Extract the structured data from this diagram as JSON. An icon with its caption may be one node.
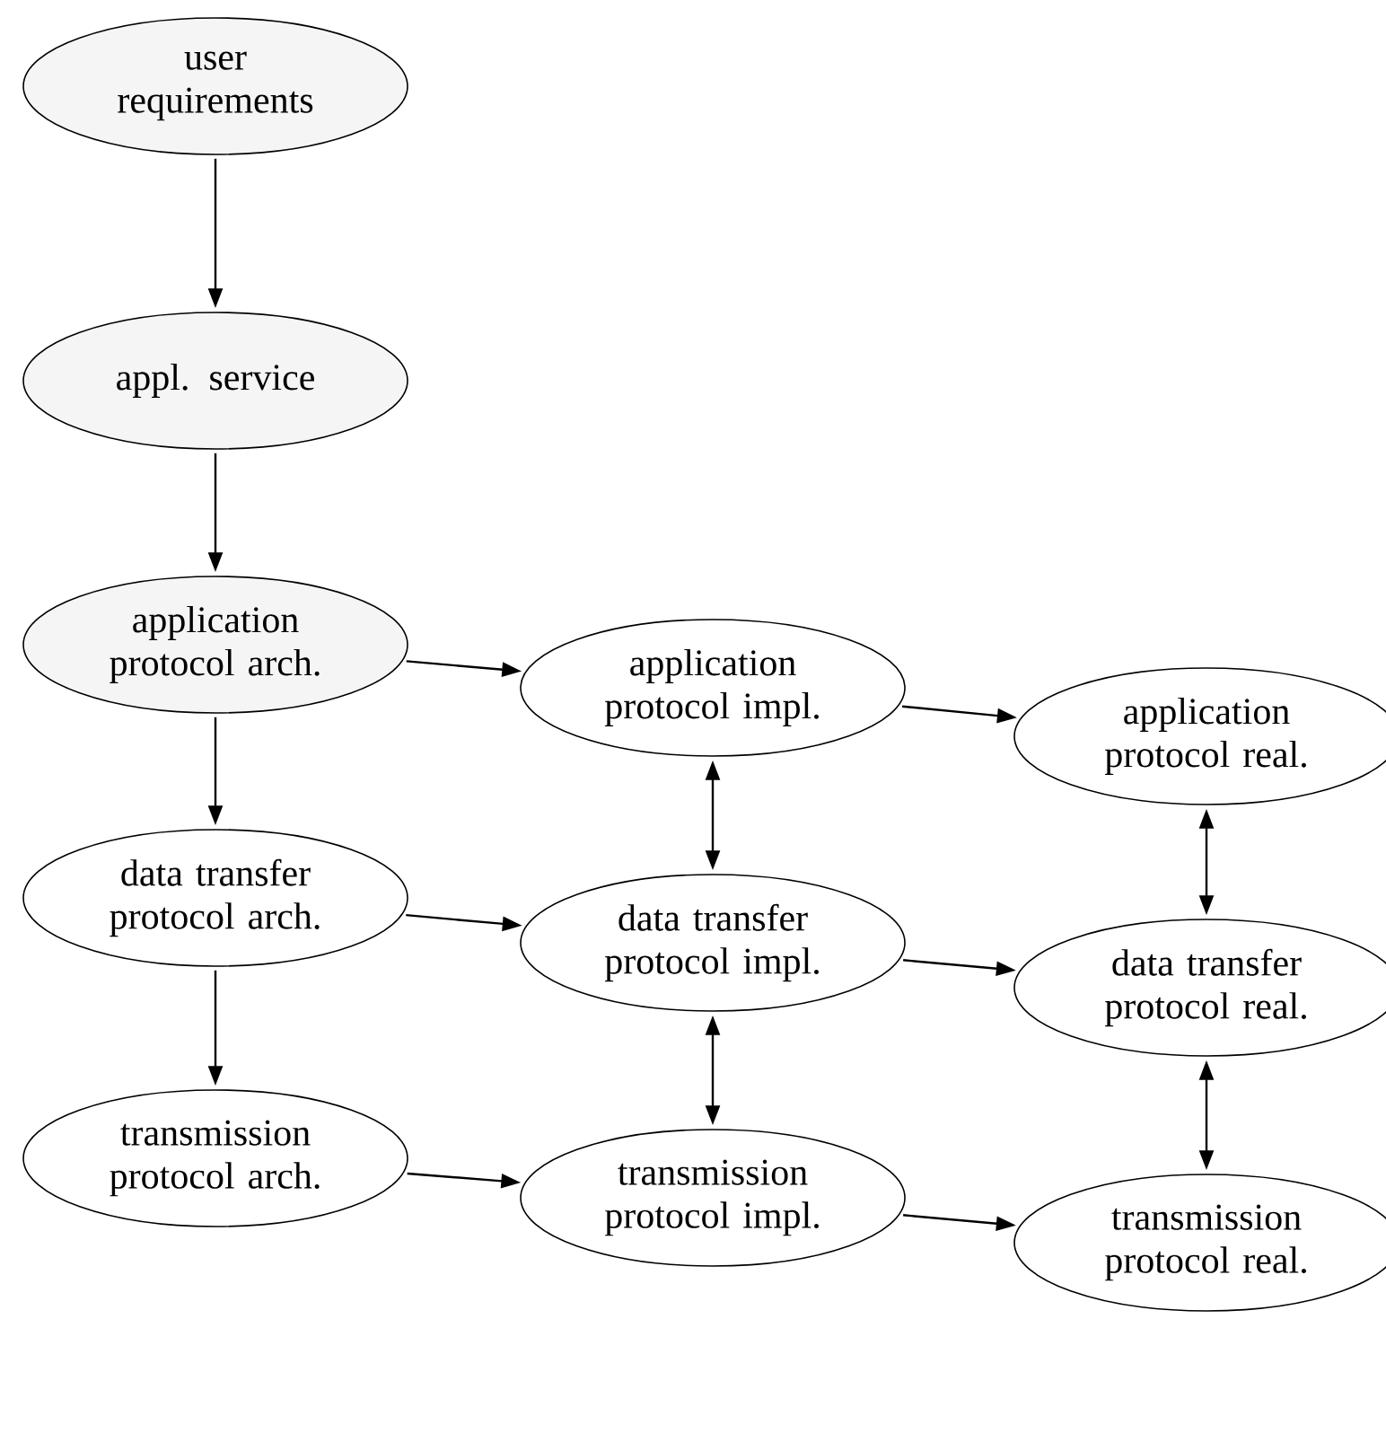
{
  "diagram": {
    "nodes": [
      {
        "text": [
          "user requirements"
        ]
      },
      {
        "text": [
          "appl. service"
        ]
      },
      {
        "text": [
          "application protocol arch."
        ]
      },
      {
        "text": [
          "data transfer protocol arch."
        ]
      },
      {
        "text": [
          "transmission protocol arch."
        ]
      },
      {
        "text": [
          "application protocol impl."
        ]
      },
      {
        "text": [
          "data transfer protocol impl."
        ]
      },
      {
        "text": [
          "transmission protocol impl."
        ]
      },
      {
        "text": [
          "application protocol real."
        ]
      },
      {
        "text": [
          "data transfer protocol real."
        ]
      },
      {
        "text": [
          "transmission protocol real."
        ]
      }
    ],
    "edges": [
      {
        "from": 0,
        "to": 1,
        "arrow": "to"
      },
      {
        "from": 1,
        "to": 2,
        "arrow": "to"
      },
      {
        "from": 2,
        "to": 3,
        "arrow": "to"
      },
      {
        "from": 3,
        "to": 4,
        "arrow": "to"
      },
      {
        "from": 2,
        "to": 5,
        "arrow": "to"
      },
      {
        "from": 5,
        "to": 8,
        "arrow": "to"
      },
      {
        "from": 3,
        "to": 6,
        "arrow": "to"
      },
      {
        "from": 6,
        "to": 9,
        "arrow": "to"
      },
      {
        "from": 4,
        "to": 7,
        "arrow": "to"
      },
      {
        "from": 7,
        "to": 10,
        "arrow": "to"
      },
      {
        "from": 5,
        "to": 6,
        "arrow": "both"
      },
      {
        "from": 6,
        "to": 7,
        "arrow": "both"
      },
      {
        "from": 8,
        "to": 9,
        "arrow": "both"
      },
      {
        "from": 9,
        "to": 10,
        "arrow": "both"
      }
    ]
  }
}
